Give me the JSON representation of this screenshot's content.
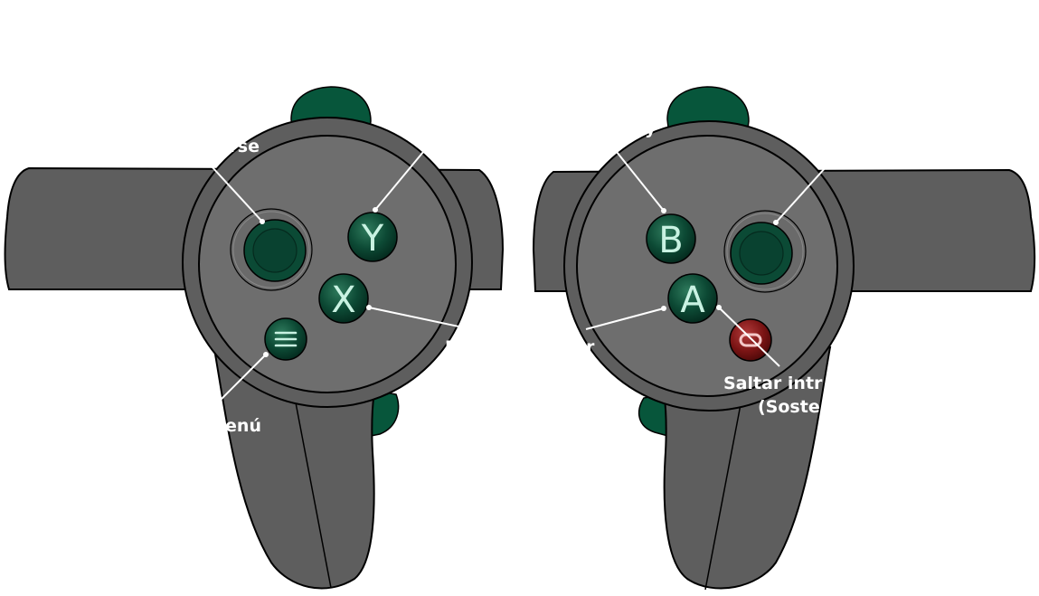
{
  "left_controller": {
    "buttons": {
      "y": "Y",
      "x": "X",
      "menu_icon": "menu-icon"
    },
    "labels": {
      "thumbstick": "rse",
      "menu": "enú",
      "x_button": "E"
    }
  },
  "right_controller": {
    "buttons": {
      "b": "B",
      "a": "A",
      "oculus_icon": "oculus-icon"
    },
    "labels": {
      "b_button": "y",
      "a_button": "r",
      "oculus_line1": "Saltar intr",
      "oculus_line2": "(Soste"
    }
  },
  "colors": {
    "body": "#5e5e5e",
    "face": "#6e6e6e",
    "button": "#0b4a35",
    "trigger": "#07563b",
    "oculus_button": "#7a1414",
    "outline": "#000000",
    "callout": "#ffffff"
  }
}
